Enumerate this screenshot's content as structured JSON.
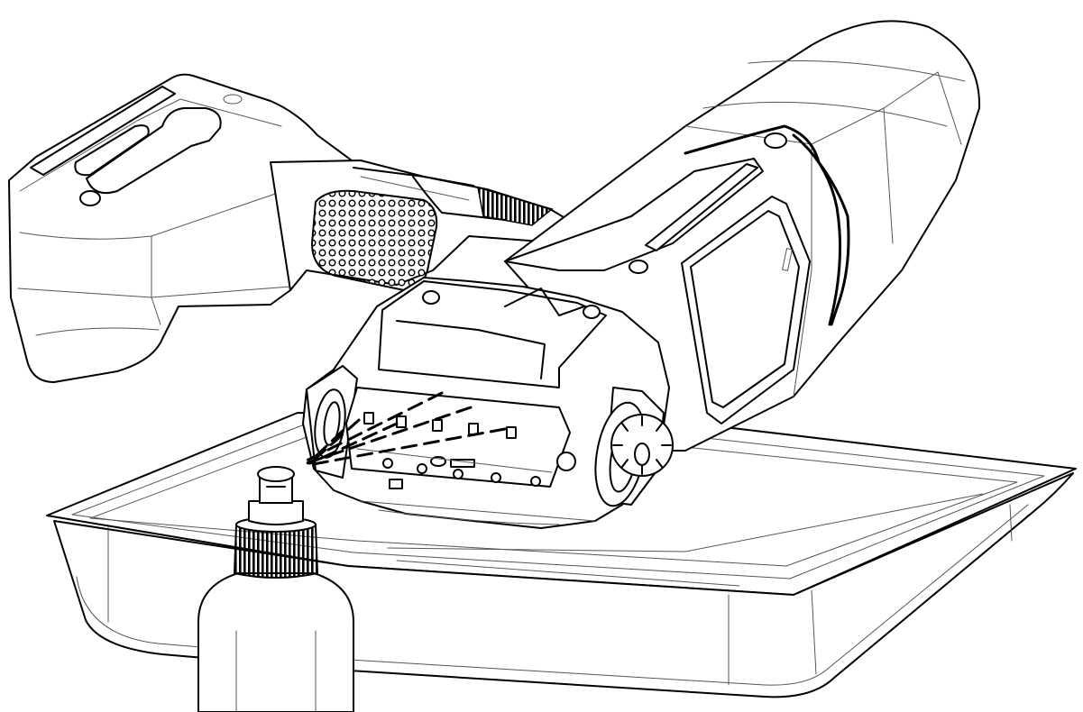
{
  "illustration": {
    "style": "black line drawing",
    "stroke_color": "#000000",
    "background_color": "#ffffff",
    "components": [
      "handheld-device",
      "cleaning-tray",
      "spray-bottle",
      "spray-mist"
    ]
  }
}
